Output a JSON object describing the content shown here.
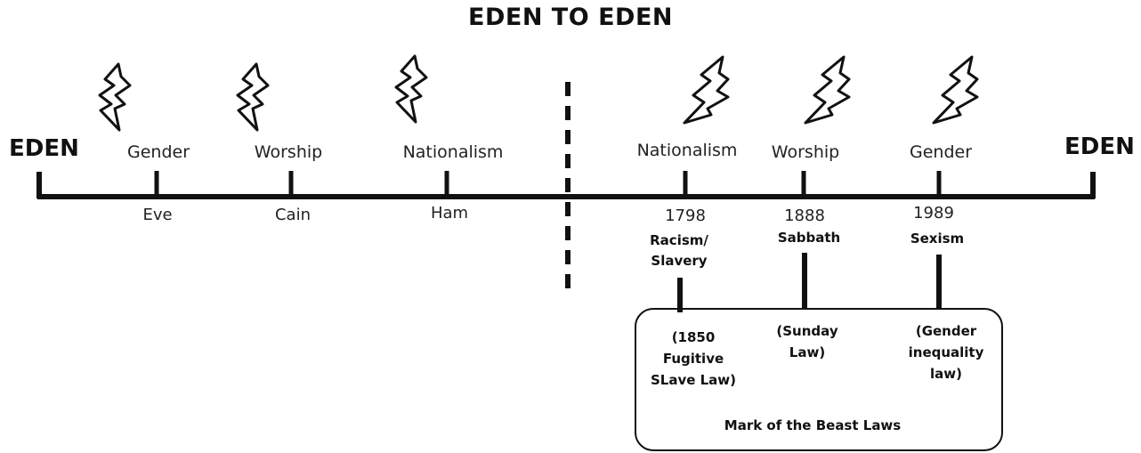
{
  "title": "EDEN TO EDEN",
  "ends": {
    "left": "EDEN",
    "right": "EDEN"
  },
  "left_events": [
    {
      "topic": "Gender",
      "person": "Eve"
    },
    {
      "topic": "Worship",
      "person": "Cain"
    },
    {
      "topic": "Nationalism",
      "person": "Ham"
    }
  ],
  "right_events": [
    {
      "topic": "Nationalism",
      "year": "1798",
      "issue": [
        "Racism/",
        "Slavery"
      ],
      "law": [
        "(1850",
        "Fugitive",
        "SLave Law)"
      ]
    },
    {
      "topic": "Worship",
      "year": "1888",
      "issue": [
        "Sabbath"
      ],
      "law": [
        "(Sunday",
        "Law)"
      ]
    },
    {
      "topic": "Gender",
      "year": "1989",
      "issue": [
        "Sexism"
      ],
      "law": [
        "(Gender",
        "inequality",
        "law)"
      ]
    }
  ],
  "box_caption": "Mark of the Beast Laws",
  "icons": {
    "strike": "lightning-bolt-icon"
  }
}
